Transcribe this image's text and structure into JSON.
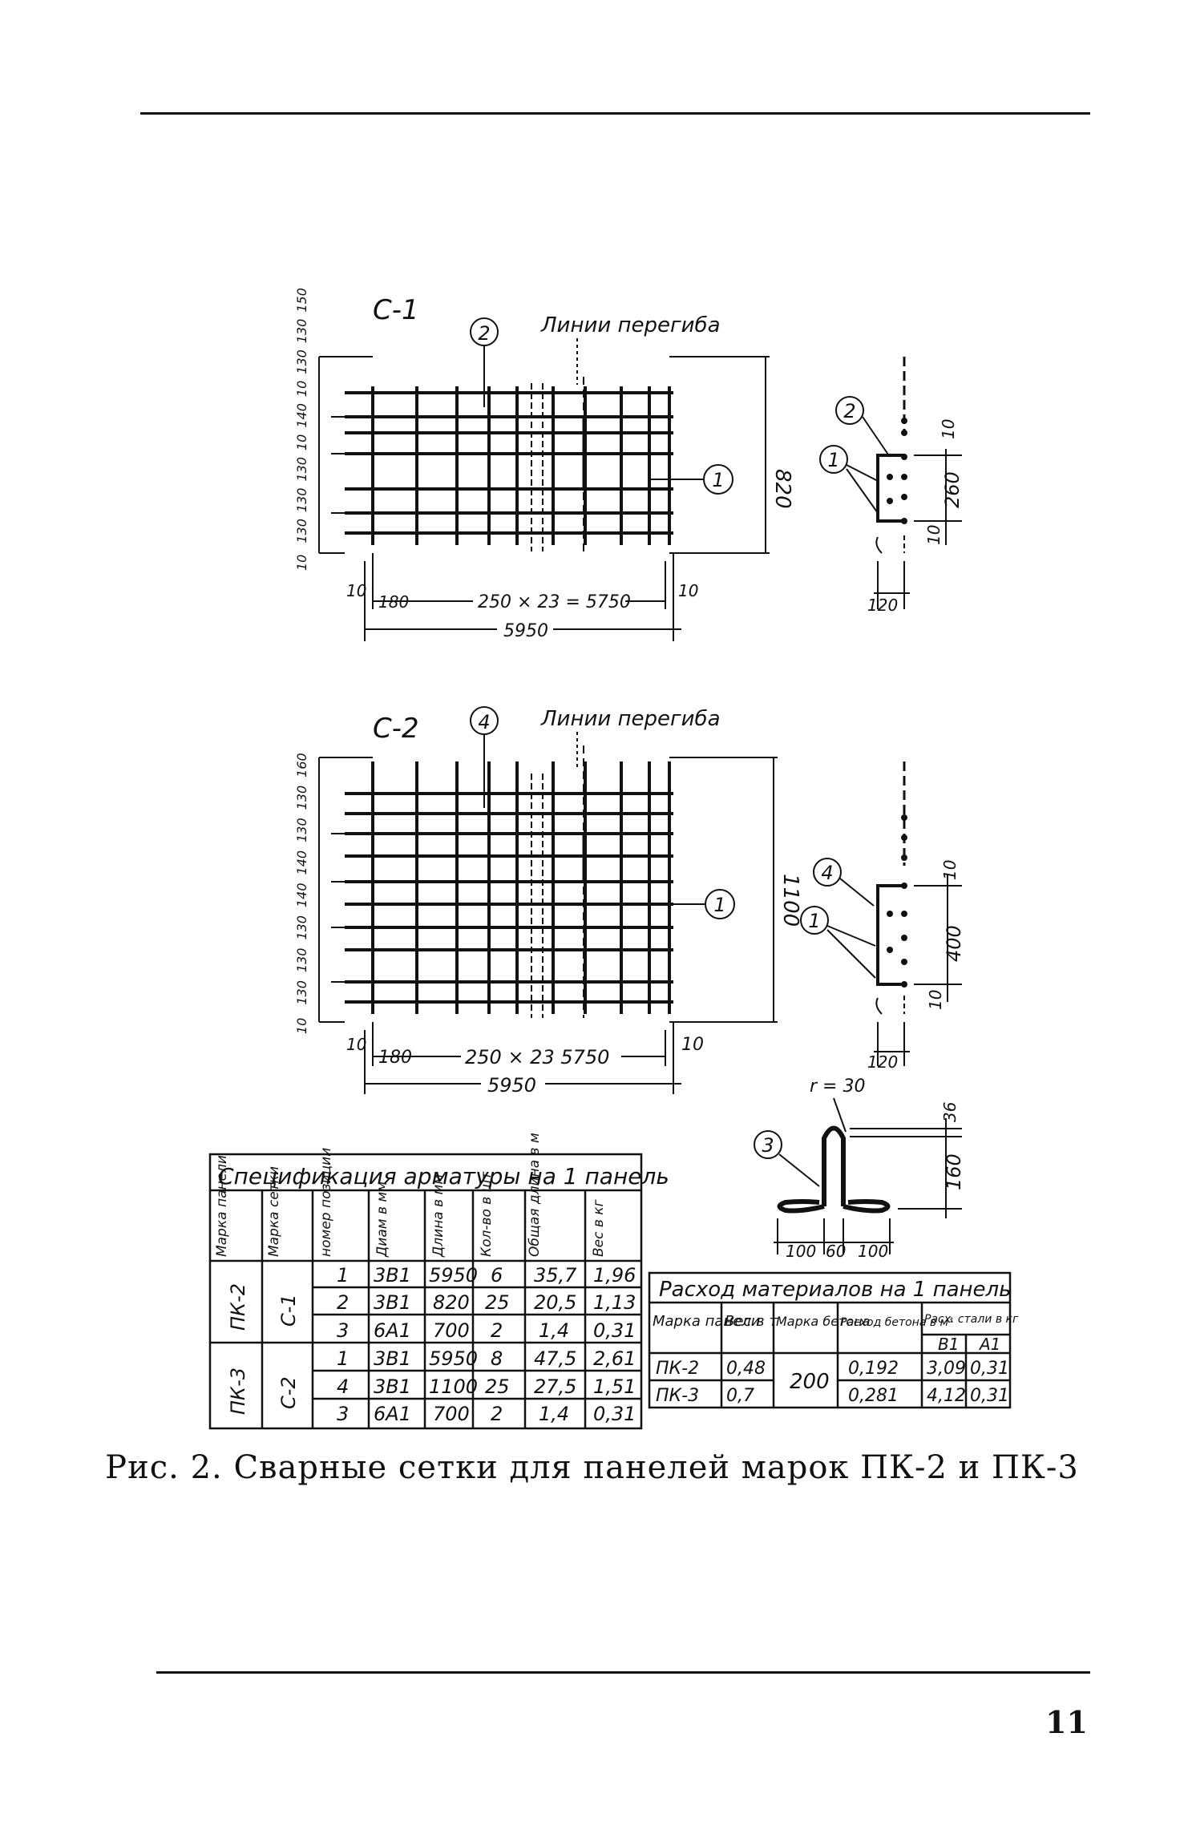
{
  "mesh_c1": {
    "name": "С-1",
    "bend_label": "Линии перегиба",
    "marker_top": "2",
    "marker_side": "1",
    "overall_height": "820",
    "left_dims": [
      "10",
      "130",
      "130",
      "130",
      "10",
      "140",
      "10",
      "130",
      "130",
      "150"
    ],
    "bottom_left_gap": "10",
    "bottom_first": "180",
    "bottom_spacing": "250 × 23 = 5750",
    "bottom_right_gap": "10",
    "overall_length": "5950"
  },
  "section_c1": {
    "marker_top": "2",
    "marker_bottom": "1",
    "top_gap": "10",
    "height": "260",
    "bottom_gap": "10",
    "width": "120"
  },
  "mesh_c2": {
    "name": "С-2",
    "bend_label": "Линии перегиба",
    "marker_top": "4",
    "marker_side": "1",
    "overall_height": "1100",
    "left_dims": [
      "10",
      "130",
      "130",
      "130",
      "140",
      "140",
      "130",
      "130",
      "160"
    ],
    "bottom_left_gap": "10",
    "bottom_first": "180",
    "bottom_spacing": "250 × 23   5750",
    "bottom_right_gap": "10",
    "overall_length": "5950"
  },
  "section_c2": {
    "marker_top": "4",
    "marker_bottom": "1",
    "top_gap": "10",
    "height": "400",
    "bottom_gap": "10",
    "width": "120"
  },
  "hook": {
    "marker": "3",
    "radius": "r = 30",
    "top_dim": "36",
    "height": "160",
    "bottom_dims": [
      "100",
      "60",
      "100"
    ]
  },
  "spec_table": {
    "title": "Спецификация арматуры на 1 панель",
    "headers": [
      "Марка панели",
      "Марка сетки",
      "номер позиции",
      "Диам в мм",
      "Длина в мм",
      "Кол-во в шт",
      "Общая длина в м",
      "Вес в кг"
    ],
    "groups": [
      {
        "panel": "ПК-2",
        "mesh": "С-1",
        "rows": [
          [
            "1",
            "3В1",
            "5950",
            "6",
            "35,7",
            "1,96"
          ],
          [
            "2",
            "3В1",
            "820",
            "25",
            "20,5",
            "1,13"
          ],
          [
            "3",
            "6А1",
            "700",
            "2",
            "1,4",
            "0,31"
          ]
        ]
      },
      {
        "panel": "ПК-3",
        "mesh": "С-2",
        "rows": [
          [
            "1",
            "3В1",
            "5950",
            "8",
            "47,5",
            "2,61"
          ],
          [
            "4",
            "3В1",
            "1100",
            "25",
            "27,5",
            "1,51"
          ],
          [
            "3",
            "6А1",
            "700",
            "2",
            "1,4",
            "0,31"
          ]
        ]
      }
    ]
  },
  "material_table": {
    "title": "Расход материалов на 1 панель",
    "headers": [
      "Марка панели",
      "Вес в т",
      "Марка бетона",
      "Расход бетона в м³",
      "Расх. стали в кг"
    ],
    "steel_sub": [
      "В1",
      "А1"
    ],
    "concrete_grade": "200",
    "rows": [
      [
        "ПК-2",
        "0,48",
        "0,192",
        "3,09",
        "0,31"
      ],
      [
        "ПК-3",
        "0,7",
        "0,281",
        "4,12",
        "0,31"
      ]
    ]
  },
  "caption": "Рис. 2. Сварные сетки для панелей марок ПК-2 и ПК-3",
  "page_number": "11"
}
